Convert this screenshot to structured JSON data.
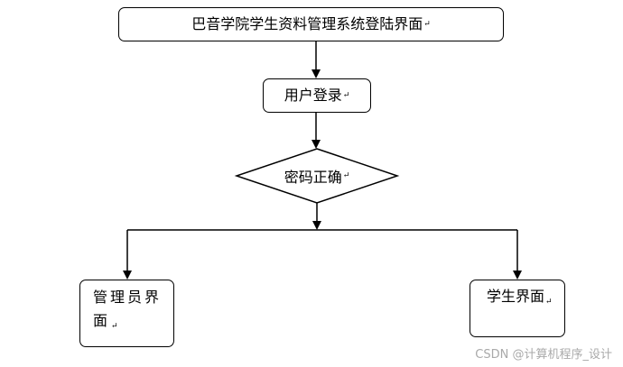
{
  "nodes": {
    "title": "巴音学院学生资料管理系统登陆界面",
    "login": "用户登录",
    "decision": "密码正确",
    "admin_line1": "管理员界",
    "admin_line2": "面",
    "student": "学生界面"
  },
  "return_mark": "↵",
  "watermark": "CSDN @计算机程序_设计"
}
